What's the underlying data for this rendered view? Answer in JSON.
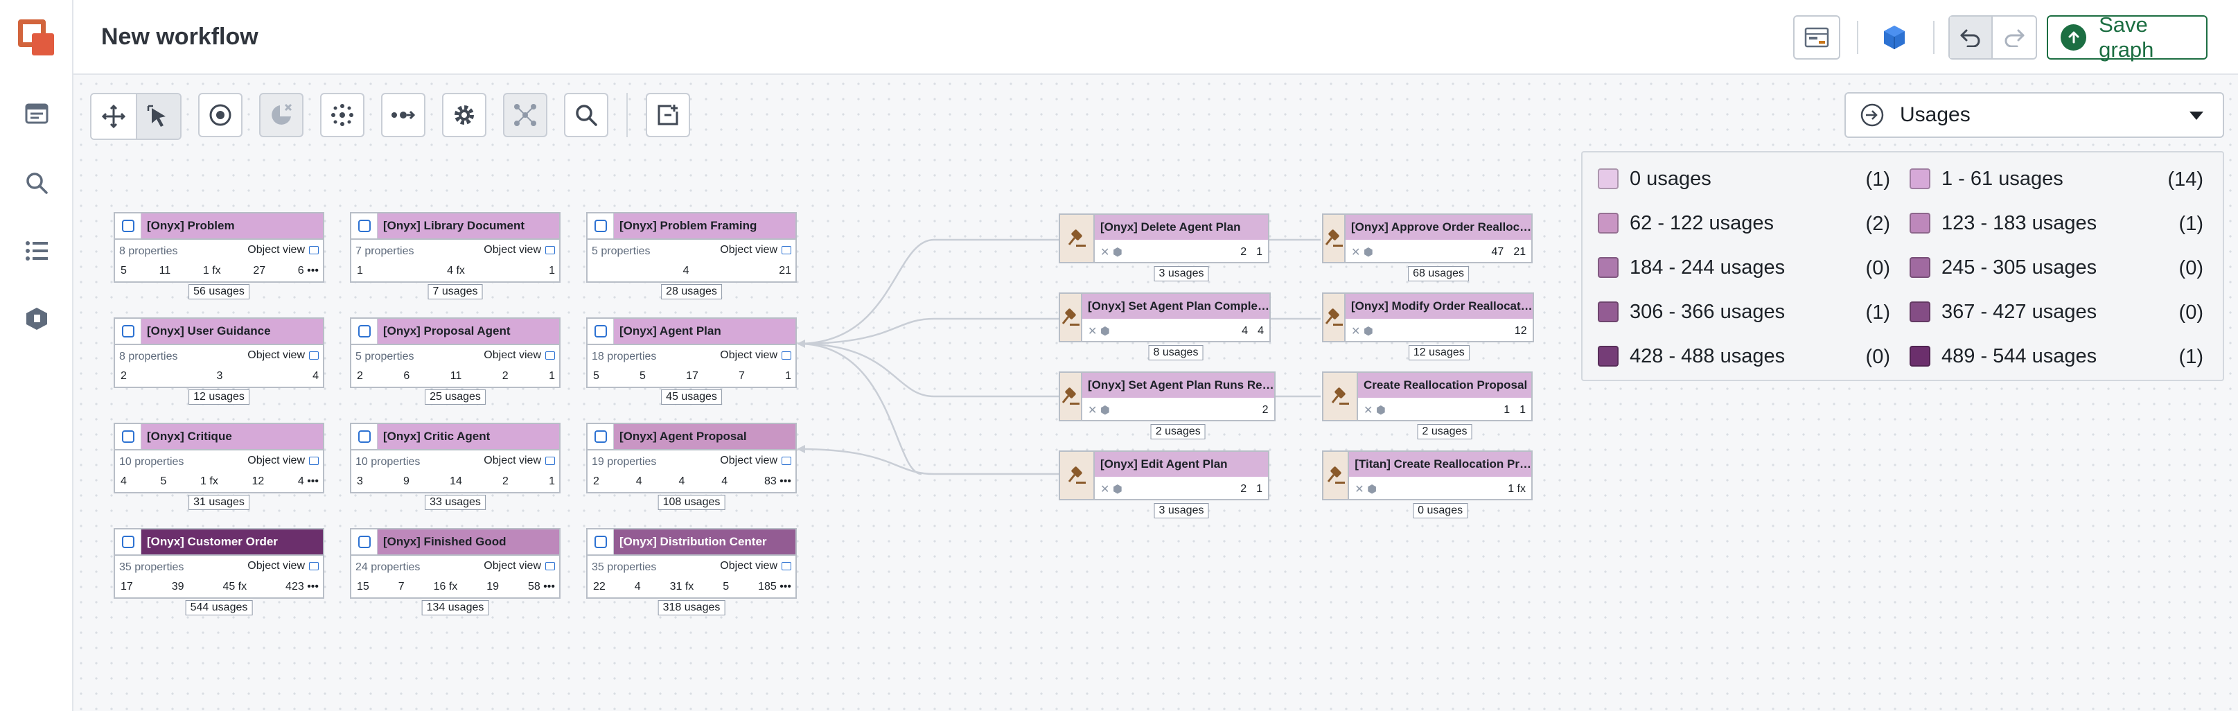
{
  "header": {
    "title": "New workflow",
    "save_label": "Save graph"
  },
  "toolbar": {
    "items": [
      "pan",
      "select",
      "focus",
      "remove-layer",
      "layout",
      "link",
      "settings",
      "group",
      "search",
      "add-object"
    ]
  },
  "usages_select": {
    "label": "Usages"
  },
  "legend": [
    {
      "label": "0 usages",
      "count": "(1)",
      "color": "#e6c9e8"
    },
    {
      "label": "1 - 61 usages",
      "count": "(14)",
      "color": "#d6a9d8"
    },
    {
      "label": "62 - 122 usages",
      "count": "(2)",
      "color": "#c996c4"
    },
    {
      "label": "123 - 183 usages",
      "count": "(1)",
      "color": "#bd88bb"
    },
    {
      "label": "184 - 244 usages",
      "count": "(0)",
      "color": "#ad79ad"
    },
    {
      "label": "245 - 305 usages",
      "count": "(0)",
      "color": "#a06aa0"
    },
    {
      "label": "306 - 366 usages",
      "count": "(1)",
      "color": "#935c93"
    },
    {
      "label": "367 - 427 usages",
      "count": "(0)",
      "color": "#844d85"
    },
    {
      "label": "428 - 488 usages",
      "count": "(0)",
      "color": "#753d77"
    },
    {
      "label": "489 - 544 usages",
      "count": "(1)",
      "color": "#6b2f6c"
    }
  ],
  "object_view_label": "Object view",
  "objects": [
    {
      "name": "[Onyx] Problem",
      "props": "8 properties",
      "stats": [
        "5",
        "11",
        "1 fx",
        "27",
        "6 •••"
      ],
      "usages": "56 usages",
      "color": "#d6a9d8"
    },
    {
      "name": "[Onyx] Library Document",
      "props": "7 properties",
      "stats": [
        "1",
        "4 fx",
        "1"
      ],
      "usages": "7 usages",
      "color": "#d6a9d8"
    },
    {
      "name": "[Onyx] Problem Framing",
      "props": "5 properties",
      "stats": [
        "",
        "4",
        "21"
      ],
      "usages": "28 usages",
      "color": "#d6a9d8"
    },
    {
      "name": "[Onyx] User Guidance",
      "props": "8 properties",
      "stats": [
        "2",
        "3",
        "4"
      ],
      "usages": "12 usages",
      "color": "#d6a9d8"
    },
    {
      "name": "[Onyx] Proposal Agent",
      "props": "5 properties",
      "stats": [
        "2",
        "6",
        "11",
        "2",
        "1"
      ],
      "usages": "25 usages",
      "color": "#d6a9d8"
    },
    {
      "name": "[Onyx] Agent Plan",
      "props": "18 properties",
      "stats": [
        "5",
        "5",
        "17",
        "7",
        "1"
      ],
      "usages": "45 usages",
      "color": "#d6a9d8"
    },
    {
      "name": "[Onyx] Critique",
      "props": "10 properties",
      "stats": [
        "4",
        "5",
        "1 fx",
        "12",
        "4 •••"
      ],
      "usages": "31 usages",
      "color": "#d6a9d8"
    },
    {
      "name": "[Onyx] Critic Agent",
      "props": "10 properties",
      "stats": [
        "3",
        "9",
        "14",
        "2",
        "1"
      ],
      "usages": "33 usages",
      "color": "#d6a9d8"
    },
    {
      "name": "[Onyx] Agent Proposal",
      "props": "19 properties",
      "stats": [
        "2",
        "4",
        "4",
        "4",
        "83 •••"
      ],
      "usages": "108 usages",
      "color": "#c996c4"
    },
    {
      "name": "[Onyx] Customer Order",
      "props": "35 properties",
      "stats": [
        "17",
        "39",
        "45 fx",
        "423 •••"
      ],
      "usages": "544 usages",
      "color": "#6b2f6c"
    },
    {
      "name": "[Onyx] Finished Good",
      "props": "24 properties",
      "stats": [
        "15",
        "7",
        "16 fx",
        "19",
        "58 •••"
      ],
      "usages": "134 usages",
      "color": "#bd88bb"
    },
    {
      "name": "[Onyx] Distribution Center",
      "props": "35 properties",
      "stats": [
        "22",
        "4",
        "31 fx",
        "5",
        "185 •••"
      ],
      "usages": "318 usages",
      "color": "#935c93"
    }
  ],
  "actions": [
    {
      "name": "[Onyx] Delete Agent Plan",
      "stats": [
        "2",
        "1"
      ],
      "usages": "3 usages"
    },
    {
      "name": "[Onyx] Set Agent Plan Comple…",
      "stats": [
        "4",
        "4"
      ],
      "usages": "8 usages"
    },
    {
      "name": "[Onyx] Set Agent Plan Runs Re…",
      "stats": [
        "2"
      ],
      "usages": "2 usages"
    },
    {
      "name": "[Onyx] Edit Agent Plan",
      "stats": [
        "2",
        "1"
      ],
      "usages": "3 usages"
    },
    {
      "name": "[Onyx] Approve Order Realloc…",
      "stats": [
        "47",
        "21"
      ],
      "usages": "68 usages"
    },
    {
      "name": "[Onyx] Modify Order Reallocat…",
      "stats": [
        "12"
      ],
      "usages": "12 usages"
    },
    {
      "name": "Create Reallocation Proposal",
      "stats": [
        "1",
        "1"
      ],
      "usages": "2 usages"
    },
    {
      "name": "[Titan] Create Reallocation Pr…",
      "stats": [
        "1 fx"
      ],
      "usages": "0 usages"
    }
  ]
}
